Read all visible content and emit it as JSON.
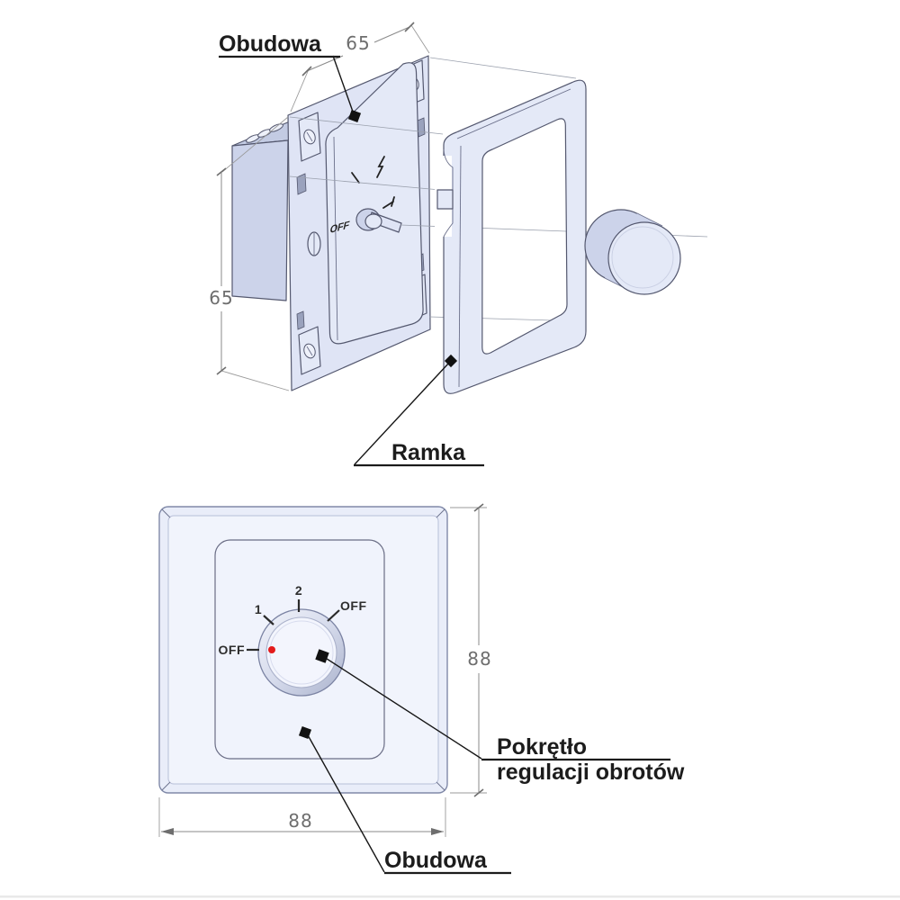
{
  "title": "Rotary speed controller - technical drawing",
  "colors": {
    "background": "#ffffff",
    "part_fill": "#dfe4f5",
    "part_side_fill": "#ccd3ea",
    "part_edge": "#54586f",
    "label_text": "#1c1c1c",
    "dimension_text": "#6e6e6e",
    "dimension_line": "#8a8a8a",
    "leader_line": "#161616",
    "indicator_dot": "#e31b1b"
  },
  "exploded_view": {
    "housing_label": "Obudowa",
    "frame_label": "Ramka",
    "width_dim": "65",
    "height_dim": "65",
    "mechanism_marking": "OFF"
  },
  "front_view": {
    "housing_label": "Obudowa",
    "knob_label_line1": "Pokrętło",
    "knob_label_line2": "regulacji obrotów",
    "width_dim": "88",
    "height_dim": "88",
    "knob_positions": {
      "off_left": "OFF",
      "speed_1": "1",
      "speed_2": "2",
      "off_right": "OFF"
    }
  }
}
